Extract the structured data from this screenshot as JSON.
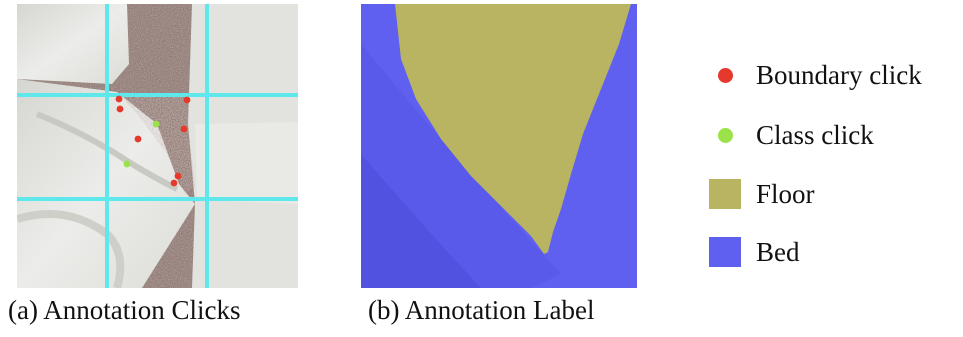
{
  "captions": {
    "a": "(a) Annotation Clicks",
    "b": "(b) Annotation Label"
  },
  "legend": [
    {
      "label": "Boundary click",
      "marker": "dot",
      "color": "#e4392b"
    },
    {
      "label": "Class click",
      "marker": "dot",
      "color": "#9be24a"
    },
    {
      "label": "Floor",
      "marker": "square",
      "color": "#b8b462"
    },
    {
      "label": "Bed",
      "marker": "square",
      "color": "#5f5ff0"
    }
  ],
  "colors": {
    "grid_line": "#5ee8ec",
    "bed_sheet": "#e7e7e3",
    "floor_carpet": "#8f7a74",
    "floor_label": "#b8b462",
    "bed_label": "#5f5ff0"
  }
}
